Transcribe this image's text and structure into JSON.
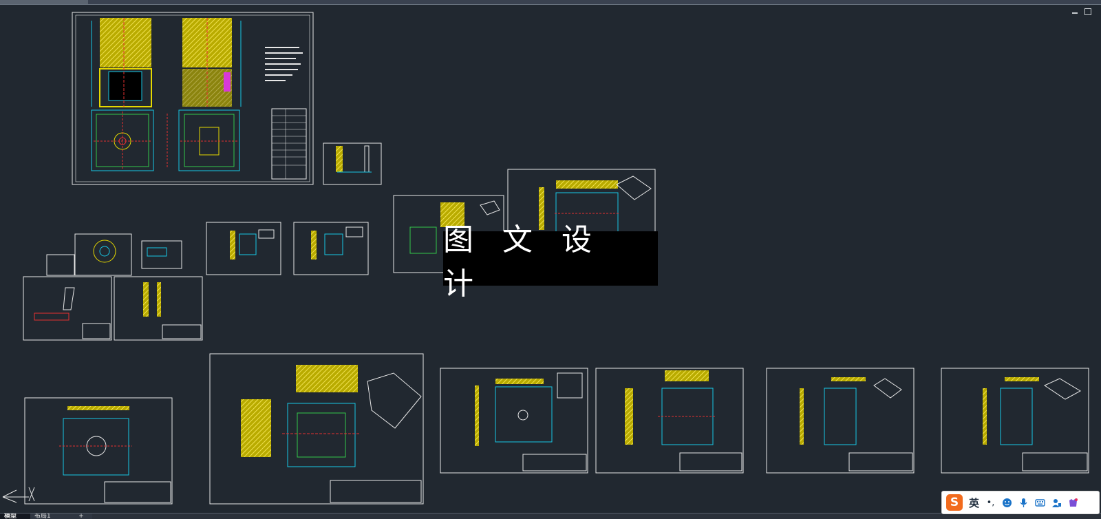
{
  "watermark": {
    "text": "图 文 设 计"
  },
  "layout_tabs": [
    {
      "label": "模型",
      "active": true
    },
    {
      "label": "布局1",
      "active": false
    },
    {
      "label": "+",
      "active": false
    }
  ],
  "ime": {
    "logo": "S",
    "language": "英",
    "punct": "•,"
  },
  "colors": {
    "background": "#212830",
    "sheet_border": "#e8e8e8",
    "hatch": "#e5d800",
    "cyan": "#18c8e6",
    "green": "#34c94a",
    "red": "#e53030",
    "magenta": "#d838d8"
  }
}
